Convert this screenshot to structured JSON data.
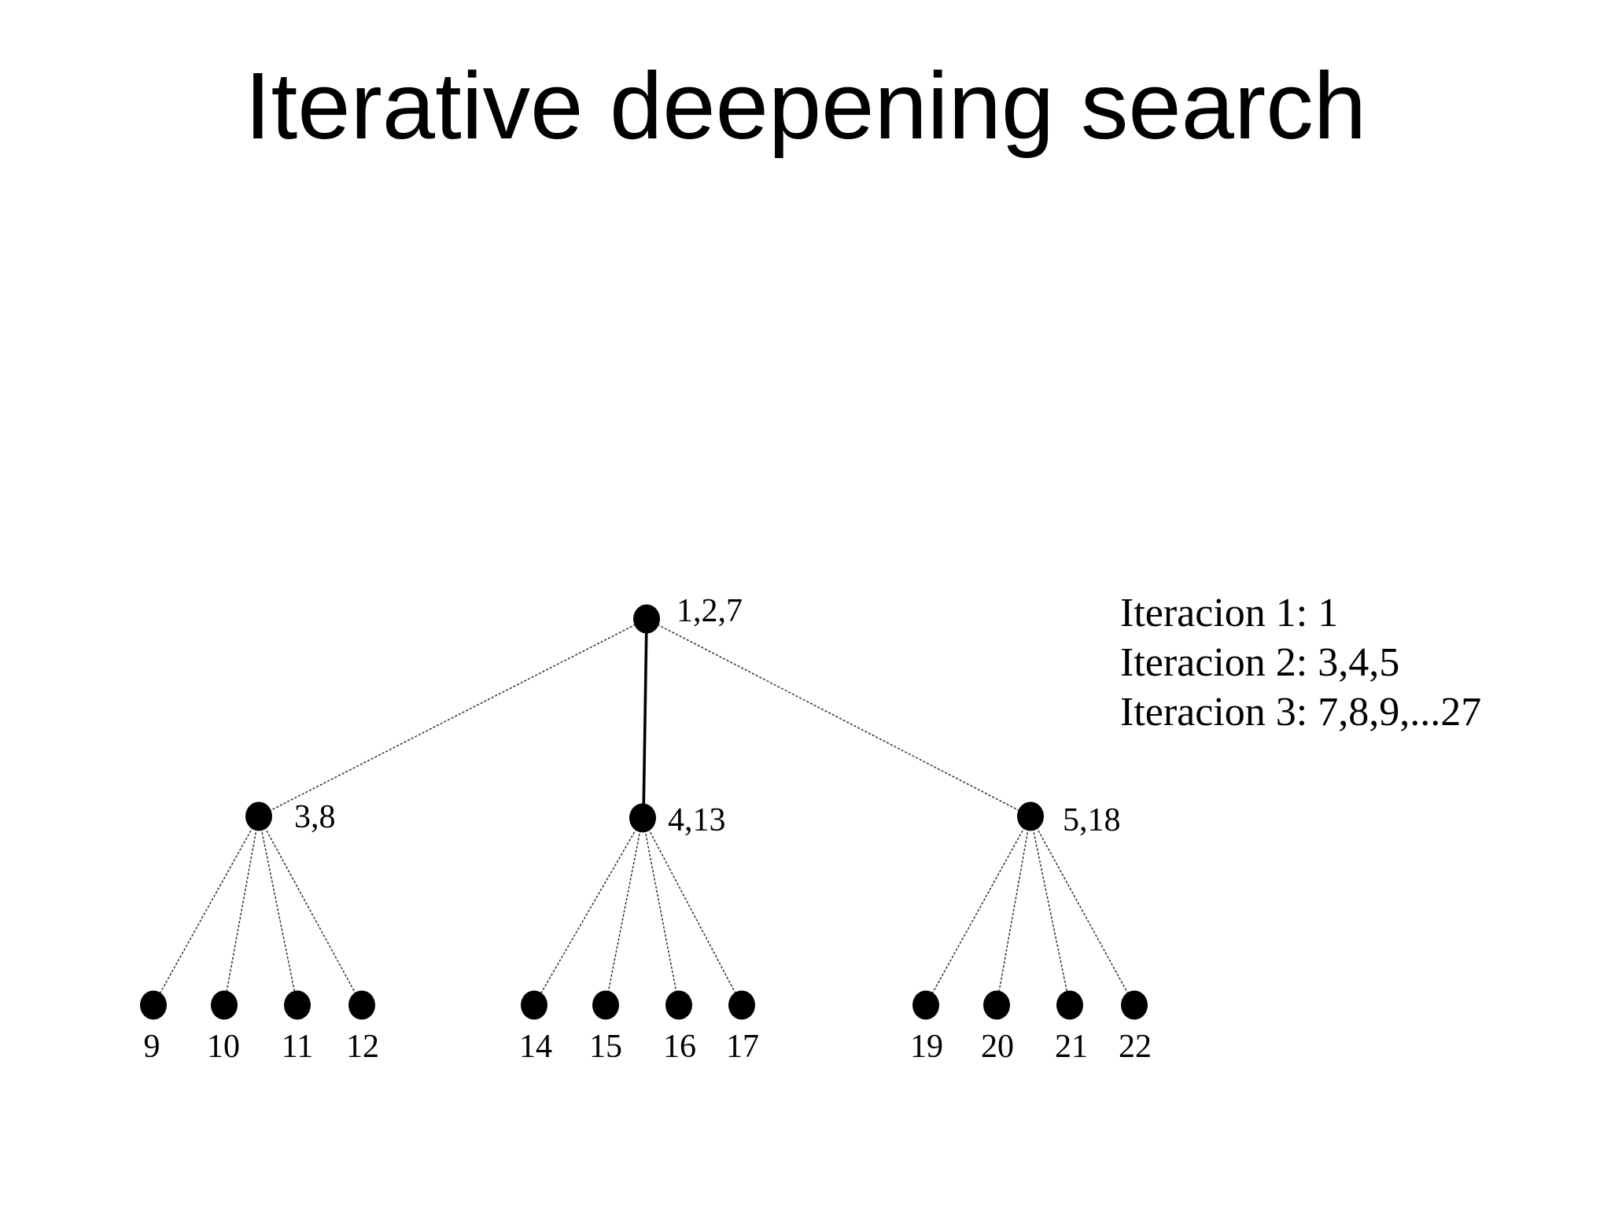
{
  "slide": {
    "title": "Iterative deepening search"
  },
  "annotations": {
    "lines": [
      "Iteracion 1: 1",
      "Iteracion 2: 3,4,5",
      "Iteracion 3: 7,8,9,...27"
    ]
  },
  "tree": {
    "root": {
      "label": "1,2,7"
    },
    "level2": [
      {
        "label": "3,8"
      },
      {
        "label": "4,13"
      },
      {
        "label": "5,18"
      }
    ],
    "leaves": [
      {
        "label": "9"
      },
      {
        "label": "10"
      },
      {
        "label": "11"
      },
      {
        "label": "12"
      },
      {
        "label": "14"
      },
      {
        "label": "15"
      },
      {
        "label": "16"
      },
      {
        "label": "17"
      },
      {
        "label": "19"
      },
      {
        "label": "20"
      },
      {
        "label": "21"
      },
      {
        "label": "22"
      }
    ]
  },
  "colors": {
    "background": "#ffffff",
    "node_fill": "#000000",
    "edge": "#2b2b2b",
    "text": "#000000"
  }
}
